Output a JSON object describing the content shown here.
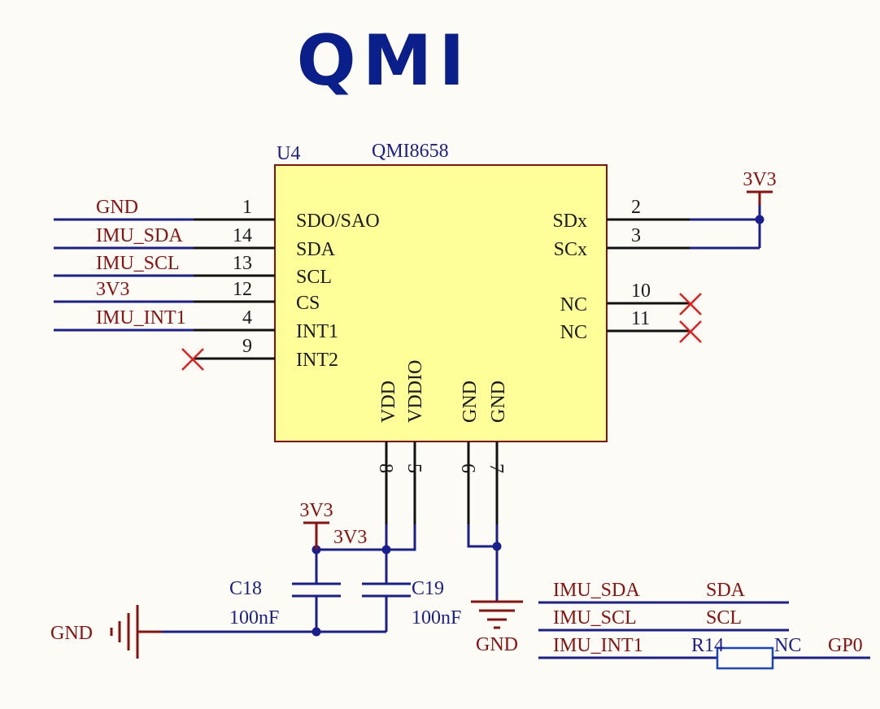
{
  "title": "QMI",
  "chip": {
    "designator": "U4",
    "part": "QMI8658",
    "left_pins": [
      {
        "net": "GND",
        "num": "1",
        "name": "SDO/SAO"
      },
      {
        "net": "IMU_SDA",
        "num": "14",
        "name": "SDA"
      },
      {
        "net": "IMU_SCL",
        "num": "13",
        "name": "SCL"
      },
      {
        "net": "3V3",
        "num": "12",
        "name": "CS"
      },
      {
        "net": "IMU_INT1",
        "num": "4",
        "name": "INT1"
      },
      {
        "net": "",
        "num": "9",
        "name": "INT2"
      }
    ],
    "right_pins": [
      {
        "num": "2",
        "name": "SDx"
      },
      {
        "num": "3",
        "name": "SCx"
      },
      {
        "num": "10",
        "name": "NC"
      },
      {
        "num": "11",
        "name": "NC"
      }
    ],
    "bottom_pins": [
      {
        "num": "8",
        "name": "VDD"
      },
      {
        "num": "5",
        "name": "VDDIO"
      },
      {
        "num": "6",
        "name": "GND"
      },
      {
        "num": "7",
        "name": "GND"
      }
    ]
  },
  "power": {
    "right_3v3": "3V3",
    "bottom_3v3": "3V3",
    "bottom_3v3_net": "3V3",
    "gnd_left": "GND",
    "gnd_bottom": "GND"
  },
  "caps": [
    {
      "ref": "C18",
      "value": "100nF"
    },
    {
      "ref": "C19",
      "value": "100nF"
    }
  ],
  "net_table": [
    {
      "left": "IMU_SDA",
      "right": "SDA"
    },
    {
      "left": "IMU_SCL",
      "right": "SCL"
    },
    {
      "left": "IMU_INT1",
      "res": "R14",
      "res_value": "NC",
      "right": "GP0"
    }
  ],
  "colors": {
    "wire": "#1a1f8f",
    "net_label": "#8b1010",
    "chip_fill": "#ffff99",
    "no_connect": "#e02020",
    "title": "#0b1f8a"
  }
}
